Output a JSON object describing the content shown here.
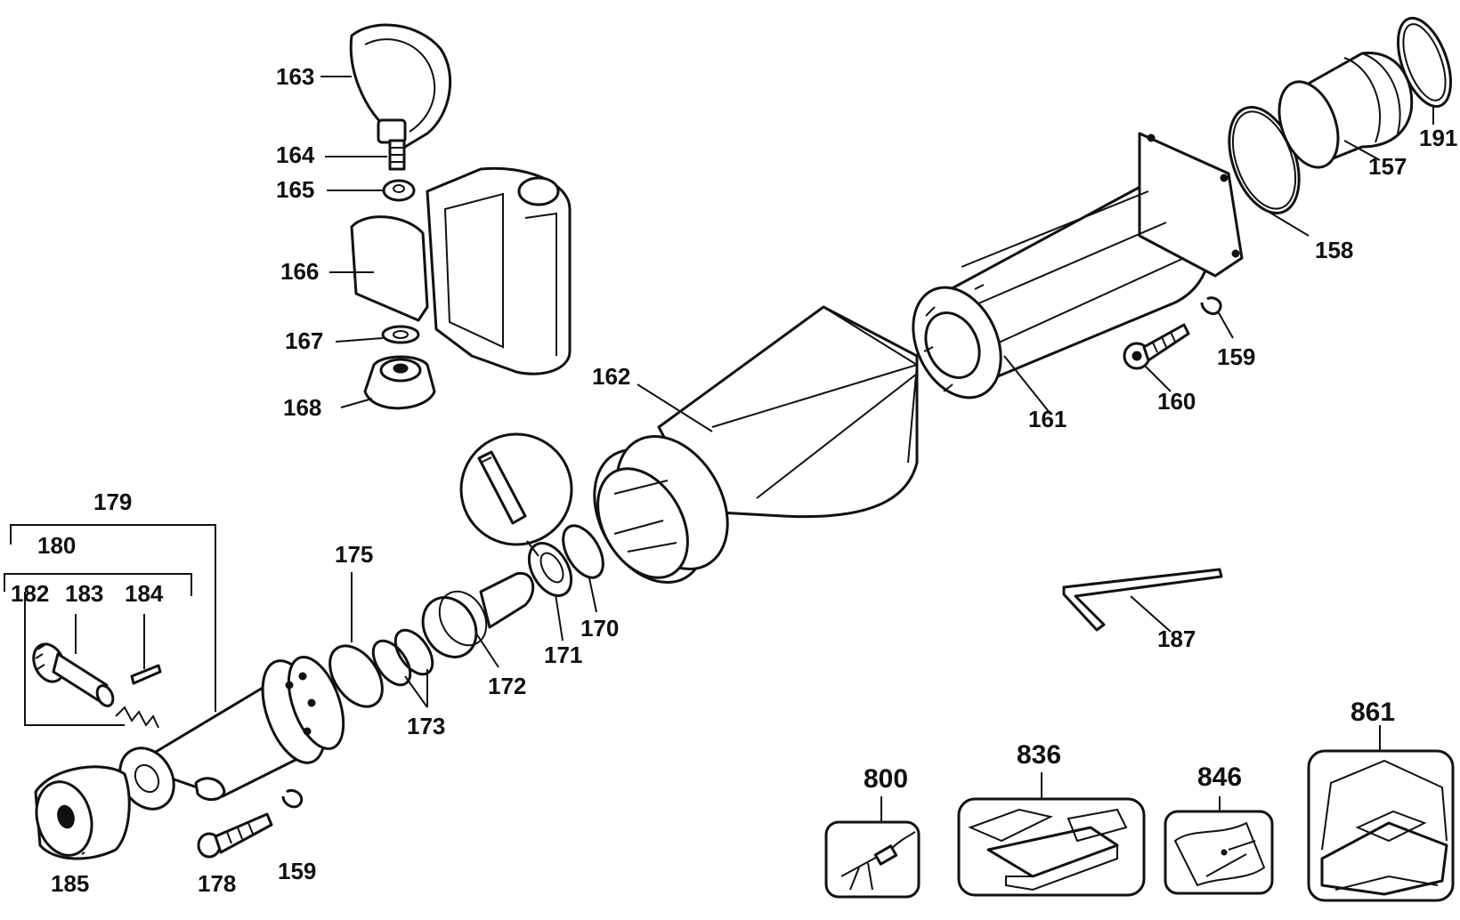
{
  "diagram": {
    "labels": {
      "p163": "163",
      "p164": "164",
      "p165": "165",
      "p166": "166",
      "p167": "167",
      "p168": "168",
      "p162": "162",
      "p161": "161",
      "p160": "160",
      "p159a": "159",
      "p158": "158",
      "p157": "157",
      "p191": "191",
      "p179": "179",
      "p180": "180",
      "p182": "182",
      "p183": "183",
      "p184": "184",
      "p185": "185",
      "p178": "178",
      "p159b": "159",
      "p175": "175",
      "p173": "173",
      "p172": "172",
      "p171": "171",
      "p170": "170",
      "p187": "187",
      "p800": "800",
      "p836": "836",
      "p846": "846",
      "p861": "861"
    }
  }
}
